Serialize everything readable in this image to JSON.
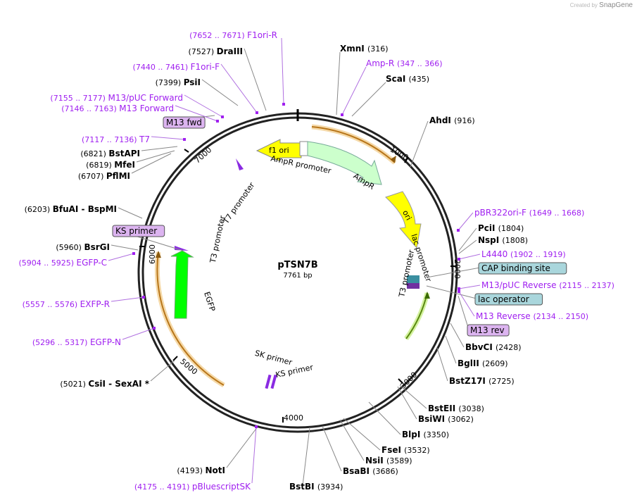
{
  "credit": {
    "prefix": "Created by",
    "brand": "SnapGene"
  },
  "plasmid": {
    "name": "pTSN7B",
    "size_label": "7761 bp",
    "length": 7761
  },
  "ticks": [
    "1000",
    "2000",
    "3000",
    "4000",
    "5000",
    "6000",
    "7000"
  ],
  "features": [
    {
      "id": "f1ori",
      "label": "f1 ori",
      "color": "#ffff00"
    },
    {
      "id": "ampr-promoter",
      "label": "AmpR promoter",
      "color": "#ffffff"
    },
    {
      "id": "ampr",
      "label": "AmpR",
      "color": "#ccffcc"
    },
    {
      "id": "ori",
      "label": "ori",
      "color": "#ffff00"
    },
    {
      "id": "lac-promoter",
      "label": "lac promoter",
      "color": "#ffffff"
    },
    {
      "id": "t3-promoter-right",
      "label": "T3 promoter",
      "color": "#ffffff"
    },
    {
      "id": "egfp",
      "label": "EGFP",
      "color": "#00ff00"
    },
    {
      "id": "t3-promoter-left",
      "label": "T3 promoter",
      "color": "#ffffff"
    },
    {
      "id": "t7-promoter",
      "label": "T7 promoter",
      "color": "#ffffff"
    },
    {
      "id": "sk-primer",
      "label": "SK primer",
      "color": "#8a2be2"
    },
    {
      "id": "ks-primer-inner",
      "label": "KS primer",
      "color": "#8a2be2"
    }
  ],
  "sites": [
    {
      "name": "XmnI",
      "pos": "(316)",
      "kind": "enzyme"
    },
    {
      "name": "Amp-R",
      "pos": "(347 .. 366)",
      "kind": "primer"
    },
    {
      "name": "ScaI",
      "pos": "(435)",
      "kind": "enzyme"
    },
    {
      "name": "AhdI",
      "pos": "(916)",
      "kind": "enzyme"
    },
    {
      "name": "pBR322ori-F",
      "pos": "(1649 .. 1668)",
      "kind": "primer"
    },
    {
      "name": "PciI",
      "pos": "(1804)",
      "kind": "enzyme"
    },
    {
      "name": "NspI",
      "pos": "(1808)",
      "kind": "enzyme"
    },
    {
      "name": "L4440",
      "pos": "(1902 .. 1919)",
      "kind": "primer"
    },
    {
      "name": "CAP binding site",
      "pos": "",
      "kind": "boxblue"
    },
    {
      "name": "M13/pUC Reverse",
      "pos": "(2115 .. 2137)",
      "kind": "primer"
    },
    {
      "name": "lac operator",
      "pos": "",
      "kind": "boxblue"
    },
    {
      "name": "M13 Reverse",
      "pos": "(2134 .. 2150)",
      "kind": "primer"
    },
    {
      "name": "M13 rev",
      "pos": "",
      "kind": "boxpurple"
    },
    {
      "name": "BbvCI",
      "pos": "(2428)",
      "kind": "enzyme"
    },
    {
      "name": "BglII",
      "pos": "(2609)",
      "kind": "enzyme"
    },
    {
      "name": "BstZ17I",
      "pos": "(2725)",
      "kind": "enzyme"
    },
    {
      "name": "BstEII",
      "pos": "(3038)",
      "kind": "enzyme"
    },
    {
      "name": "BsiWI",
      "pos": "(3062)",
      "kind": "enzyme"
    },
    {
      "name": "BlpI",
      "pos": "(3350)",
      "kind": "enzyme"
    },
    {
      "name": "FseI",
      "pos": "(3532)",
      "kind": "enzyme"
    },
    {
      "name": "NsiI",
      "pos": "(3589)",
      "kind": "enzyme"
    },
    {
      "name": "BsaBI",
      "pos": "(3686)",
      "kind": "enzyme"
    },
    {
      "name": "BstBI",
      "pos": "(3934)",
      "kind": "enzyme"
    },
    {
      "name": "NotI",
      "pos": "(4193)",
      "kind": "enzyme"
    },
    {
      "name": "pBluescriptSK",
      "pos": "(4175 .. 4191)",
      "kind": "primer"
    },
    {
      "name": "CsiI - SexAI *",
      "pos": "(5021)",
      "kind": "enzyme"
    },
    {
      "name": "EGFP-N",
      "pos": "(5296 .. 5317)",
      "kind": "primer"
    },
    {
      "name": "EXFP-R",
      "pos": "(5557 .. 5576)",
      "kind": "primer"
    },
    {
      "name": "EGFP-C",
      "pos": "(5904 .. 5925)",
      "kind": "primer"
    },
    {
      "name": "BsrGI",
      "pos": "(5960)",
      "kind": "enzyme"
    },
    {
      "name": "KS primer",
      "pos": "",
      "kind": "boxpurple"
    },
    {
      "name": "BfuAI - BspMI",
      "pos": "(6203)",
      "kind": "enzyme"
    },
    {
      "name": "PflMI",
      "pos": "(6707)",
      "kind": "enzyme"
    },
    {
      "name": "MfeI",
      "pos": "(6819)",
      "kind": "enzyme"
    },
    {
      "name": "BstAPI",
      "pos": "(6821)",
      "kind": "enzyme"
    },
    {
      "name": "T7",
      "pos": "(7117 .. 7136)",
      "kind": "primer"
    },
    {
      "name": "M13 fwd",
      "pos": "",
      "kind": "boxpurple"
    },
    {
      "name": "M13 Forward",
      "pos": "(7146 .. 7163)",
      "kind": "primer"
    },
    {
      "name": "M13/pUC Forward",
      "pos": "(7155 .. 7177)",
      "kind": "primer"
    },
    {
      "name": "PsiI",
      "pos": "(7399)",
      "kind": "enzyme"
    },
    {
      "name": "F1ori-F",
      "pos": "(7440 .. 7461)",
      "kind": "primer"
    },
    {
      "name": "DraIII",
      "pos": "(7527)",
      "kind": "enzyme"
    },
    {
      "name": "F1ori-R",
      "pos": "(7652 .. 7671)",
      "kind": "primer"
    }
  ],
  "colors": {
    "primer": "#a020f0",
    "enzyme": "#000000",
    "boxblue": "#a9d6dc",
    "boxpurple": "#dcb4f0",
    "orange": "#e8a33a",
    "backbone": "#222222"
  }
}
